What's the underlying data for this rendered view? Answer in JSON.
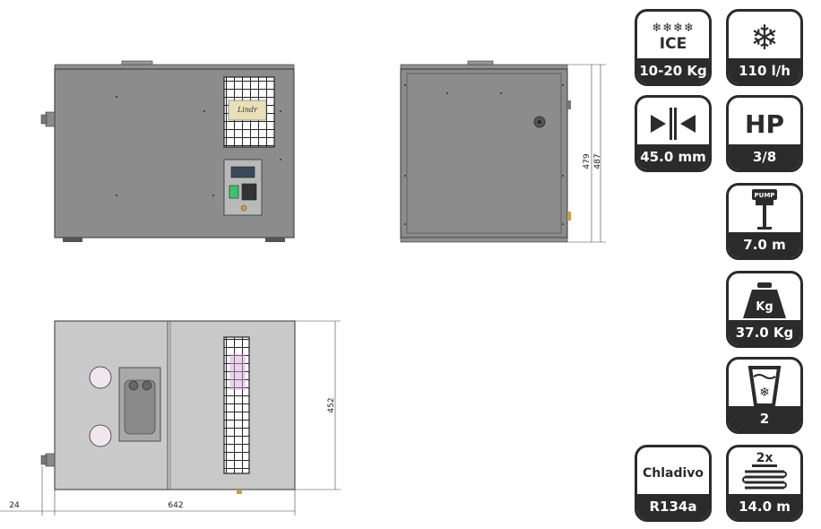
{
  "drawing": {
    "brand_label": "Lindr",
    "dimensions": {
      "height_outer": "487",
      "height_inner": "479",
      "depth": "452",
      "width": "642",
      "offset": "24"
    }
  },
  "badges": [
    {
      "id": "ice",
      "icon": "snowflakes-icon",
      "top_text": "ICE",
      "value": "10-20 Kg"
    },
    {
      "id": "capacity",
      "icon": "snowflake-icon",
      "value": "110 l/h"
    },
    {
      "id": "thickness",
      "icon": "compress-arrows-icon",
      "value": "45.0 mm"
    },
    {
      "id": "hp",
      "icon": "",
      "top_text": "HP",
      "value": "3/8"
    },
    {
      "id": "pump",
      "icon": "pump-icon",
      "icon_label": "PUMP",
      "value": "7.0 m"
    },
    {
      "id": "weight",
      "icon": "weight-icon",
      "icon_label": "Kg",
      "value": "37.0 Kg"
    },
    {
      "id": "cooling",
      "icon": "cooling-glass-icon",
      "value": "2"
    },
    {
      "id": "refrigerant",
      "icon": "",
      "top_text": "Chladivo",
      "value": "R134a"
    },
    {
      "id": "coil",
      "icon": "coil-icon",
      "icon_label": "2x",
      "value": "14.0 m"
    }
  ]
}
